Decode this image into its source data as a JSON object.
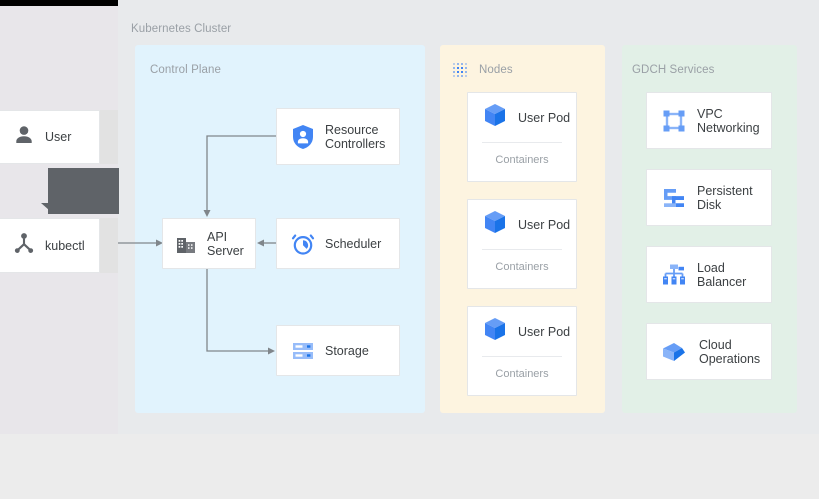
{
  "diagram": {
    "title": "Kubernetes Cluster",
    "colors": {
      "control_plane_bg": "#e1f3fd",
      "nodes_bg": "#fdf4e0",
      "gdch_bg": "#e2f0e7",
      "page_bg": "#ececec",
      "accent_blue": "#4285f4",
      "icon_gray": "#5f6368",
      "text": "#3c4043",
      "muted_text": "#9aa0a6",
      "connector": "#80868b",
      "tooltip_bg": "#5f6368"
    }
  },
  "actors": [
    {
      "name": "user",
      "label": "User",
      "icon": "person-icon"
    },
    {
      "name": "kubectl",
      "label": "kubectl",
      "icon": "kubectl-icon"
    }
  ],
  "tooltip": {
    "text": "",
    "visible": true
  },
  "sections": {
    "control_plane": {
      "title": "Control Plane",
      "cards": [
        {
          "name": "resource-controllers",
          "label": "Resource\nControllers",
          "line1": "Resource",
          "line2": "Controllers",
          "icon": "shield-person-icon"
        },
        {
          "name": "api-server",
          "line1": "API",
          "line2": "Server",
          "icon": "building-icon"
        },
        {
          "name": "scheduler",
          "line1": "Scheduler",
          "line2": "",
          "icon": "alarm-clock-icon"
        },
        {
          "name": "storage",
          "line1": "Storage",
          "line2": "",
          "icon": "storage-icon"
        }
      ]
    },
    "nodes": {
      "title": "Nodes",
      "icon": "dotted-grid-icon",
      "pods": [
        {
          "name": "user-pod-1",
          "label": "User Pod",
          "sublabel": "Containers",
          "icon": "cube-icon"
        },
        {
          "name": "user-pod-2",
          "label": "User Pod",
          "sublabel": "Containers",
          "icon": "cube-icon"
        },
        {
          "name": "user-pod-3",
          "label": "User Pod",
          "sublabel": "Containers",
          "icon": "cube-icon"
        }
      ]
    },
    "gdch_services": {
      "title": "GDCH Services",
      "services": [
        {
          "name": "vpc-networking",
          "line1": "VPC",
          "line2": "Networking",
          "icon": "vpc-network-icon"
        },
        {
          "name": "persistent-disk",
          "line1": "Persistent",
          "line2": "Disk",
          "icon": "persistent-disk-icon"
        },
        {
          "name": "load-balancer",
          "line1": "Load",
          "line2": "Balancer",
          "icon": "load-balancer-icon"
        },
        {
          "name": "cloud-operations",
          "line1": "Cloud",
          "line2": "Operations",
          "icon": "cloud-operations-icon"
        }
      ]
    }
  },
  "connections": [
    {
      "name": "kubectl-to-api-server",
      "from": "kubectl",
      "to": "api-server"
    },
    {
      "name": "resource-controllers-to-api-server",
      "from": "resource-controllers",
      "to": "api-server"
    },
    {
      "name": "scheduler-to-api-server",
      "from": "scheduler",
      "to": "api-server"
    },
    {
      "name": "api-server-to-storage",
      "from": "api-server",
      "to": "storage"
    }
  ]
}
